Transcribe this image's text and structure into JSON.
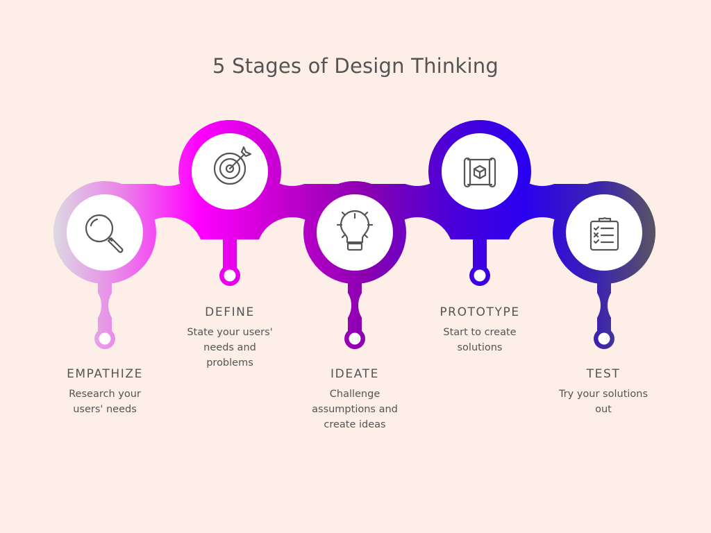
{
  "title": "5 Stages of Design Thinking",
  "colors": {
    "background": "#fdefe7",
    "text": "#545454",
    "gradient": [
      "#d9d6e0",
      "#ff00ff",
      "#8e00b5",
      "#2a00ee",
      "#565656"
    ]
  },
  "stages": [
    {
      "name": "EMPATHIZE",
      "description_lines": [
        "Research your",
        "users' needs"
      ],
      "icon": "magnifying-glass-icon"
    },
    {
      "name": "DEFINE",
      "description_lines": [
        "State your users'",
        "needs and",
        "problems"
      ],
      "icon": "target-arrow-icon"
    },
    {
      "name": "IDEATE",
      "description_lines": [
        "Challenge",
        "assumptions and",
        "create ideas"
      ],
      "icon": "lightbulb-icon"
    },
    {
      "name": "PROTOTYPE",
      "description_lines": [
        "Start to create",
        "solutions"
      ],
      "icon": "blueprint-cube-icon"
    },
    {
      "name": "TEST",
      "description_lines": [
        "Try your solutions",
        "out"
      ],
      "icon": "checklist-clipboard-icon"
    }
  ]
}
